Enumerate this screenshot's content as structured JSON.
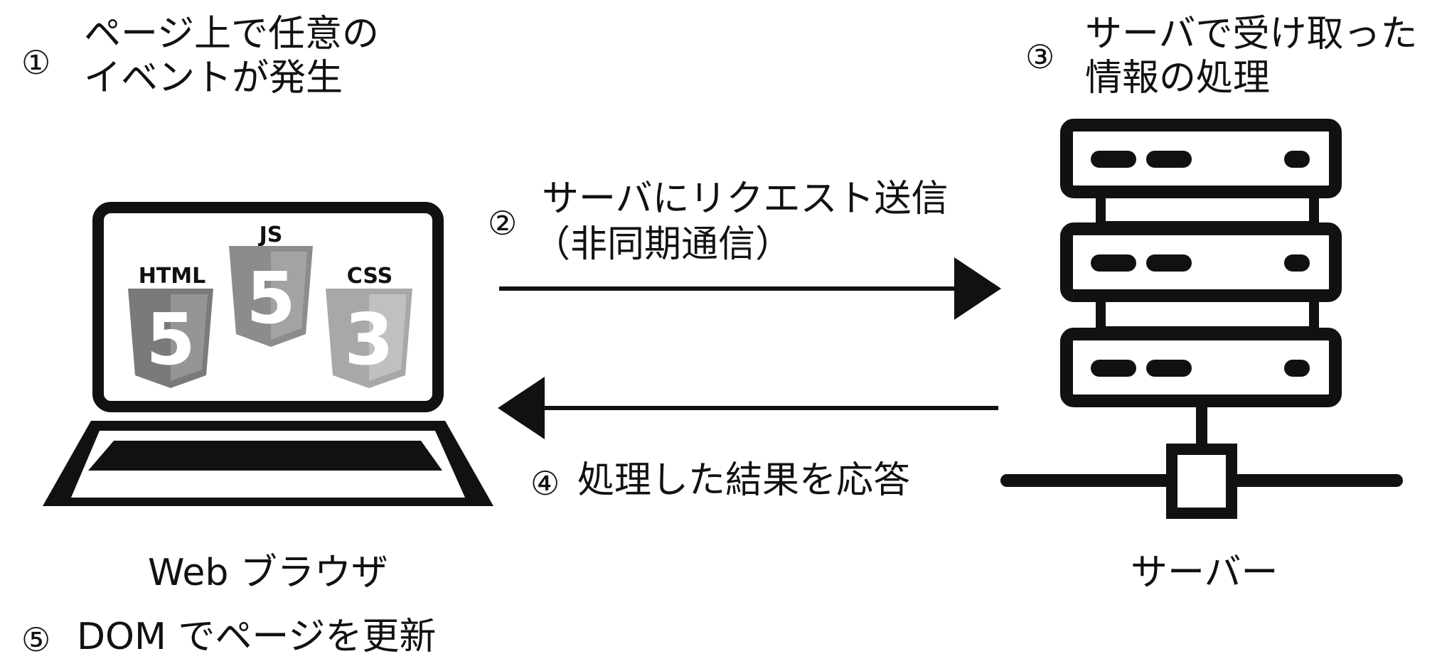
{
  "steps": {
    "s1": {
      "num": "①",
      "line1": "ページ上で任意の",
      "line2": "イベントが発生"
    },
    "s2": {
      "num": "②",
      "line1": "サーバにリクエスト送信",
      "line2": "（非同期通信）"
    },
    "s3": {
      "num": "③",
      "line1": "サーバで受け取った",
      "line2": "情報の処理"
    },
    "s4": {
      "num": "④",
      "text": "処理した結果を応答"
    },
    "s5": {
      "num": "⑤",
      "text": "DOM でページを更新"
    }
  },
  "nodes": {
    "browser": {
      "label": "Web ブラウザ"
    },
    "server": {
      "label": "サーバー"
    }
  },
  "badges": {
    "html": "HTML",
    "js": "JS",
    "css": "CSS"
  },
  "colors": {
    "ink": "#111111",
    "html_shield": "#7a7a7a",
    "js_shield": "#8c8c8c",
    "css_shield": "#a8a8a8"
  }
}
